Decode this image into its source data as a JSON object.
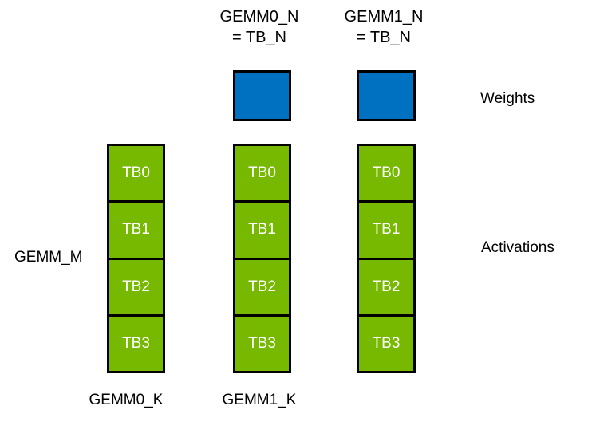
{
  "diagram": {
    "top_labels": [
      {
        "line1": "GEMM0_N",
        "line2": "= TB_N"
      },
      {
        "line1": "GEMM1_N",
        "line2": "= TB_N"
      }
    ],
    "left_label": "GEMM_M",
    "right_labels": {
      "weights": "Weights",
      "activations": "Activations"
    },
    "bottom_labels": {
      "gemm0_k": "GEMM0_K",
      "gemm1_k": "GEMM1_K"
    },
    "columns": [
      {
        "cells": [
          "TB0",
          "TB1",
          "TB2",
          "TB3"
        ]
      },
      {
        "cells": [
          "TB0",
          "TB1",
          "TB2",
          "TB3"
        ]
      },
      {
        "cells": [
          "TB0",
          "TB1",
          "TB2",
          "TB3"
        ]
      }
    ],
    "colors": {
      "weights_fill": "#0070C0",
      "activations_fill": "#76B900",
      "border": "#000000",
      "label_text": "#000000",
      "cell_text": "#FFFFFF"
    }
  }
}
